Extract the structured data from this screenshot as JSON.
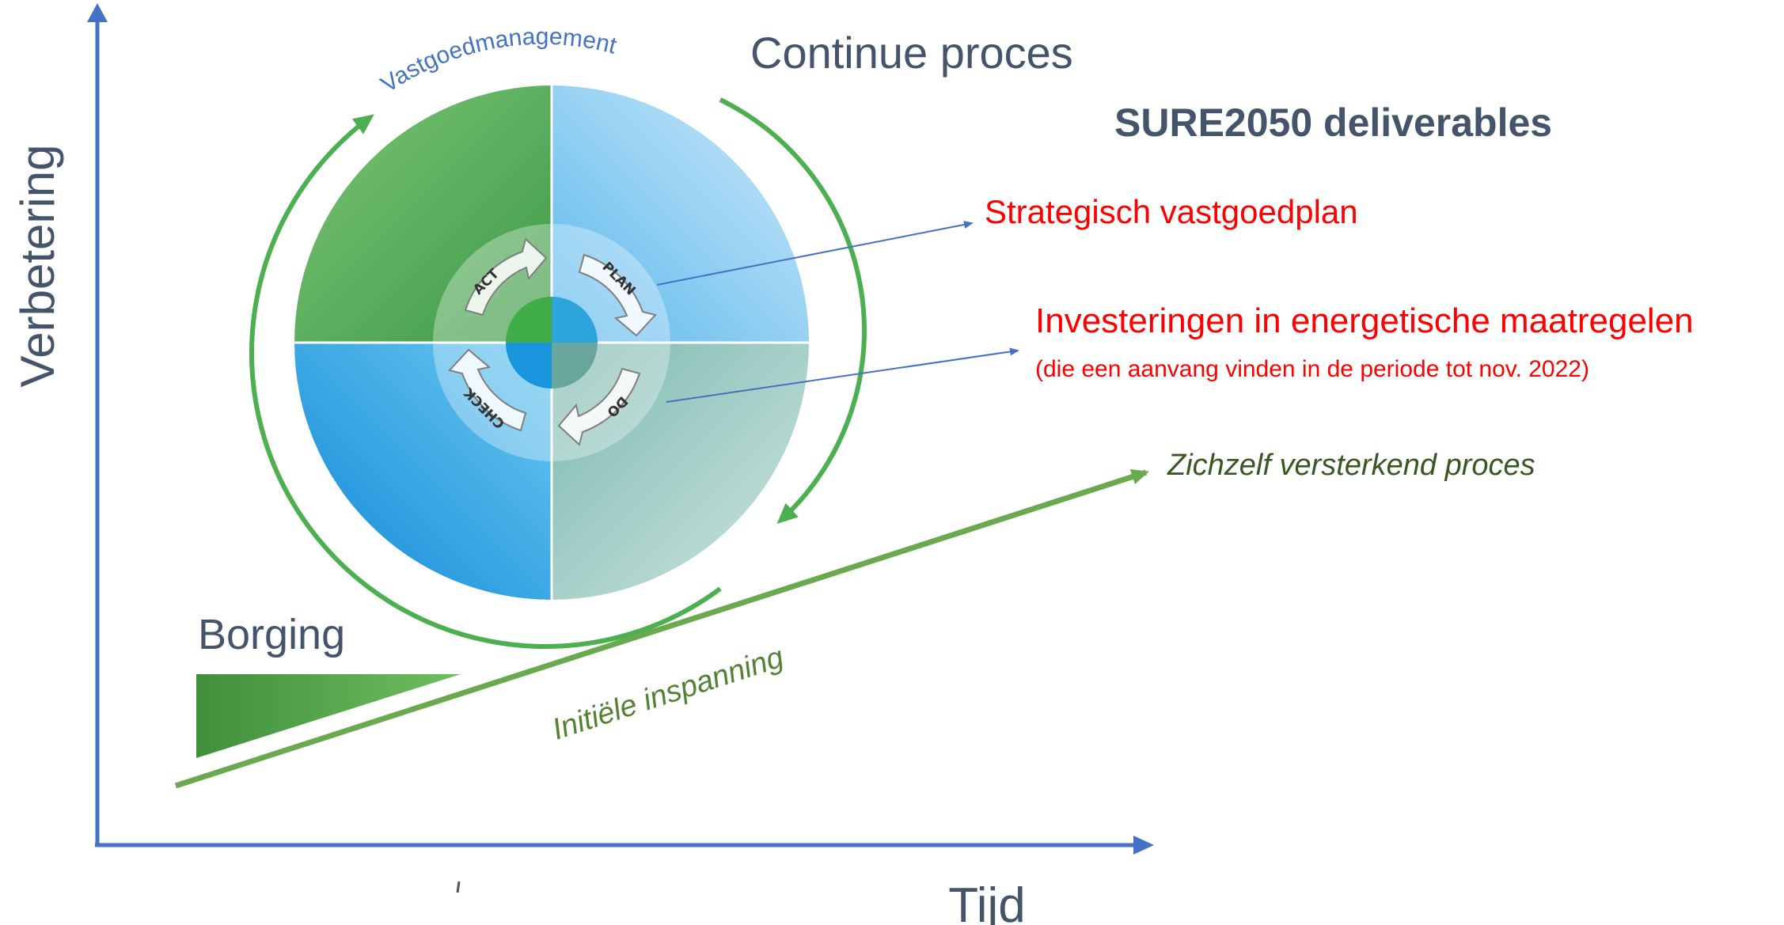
{
  "axes": {
    "y_label": "Verbetering",
    "x_label": "Tijd"
  },
  "cycle": {
    "arc_label": "Vastgoedmanagement",
    "phases": {
      "act": "ACT",
      "plan": "PLAN",
      "do": "DO",
      "check": "CHECK"
    }
  },
  "labels": {
    "continuous": "Continue proces",
    "deliverables_title": "SURE2050 deliverables",
    "deliverable_1": "Strategisch vastgoedplan",
    "deliverable_2": "Investeringen in energetische maatregelen",
    "deliverable_2_note": "(die een aanvang vinden in de periode tot nov. 2022)",
    "self_reinforcing": "Zichzelf versterkend proces",
    "initial_effort": "Initiële inspanning",
    "securing": "Borging"
  },
  "colors": {
    "axis": "#4472c4",
    "label_blue": "#44546a",
    "title_slate": "#44546a",
    "deliverable_red": "#ff0000",
    "process_green": "#548235",
    "cycle_green": "#4caf50"
  }
}
